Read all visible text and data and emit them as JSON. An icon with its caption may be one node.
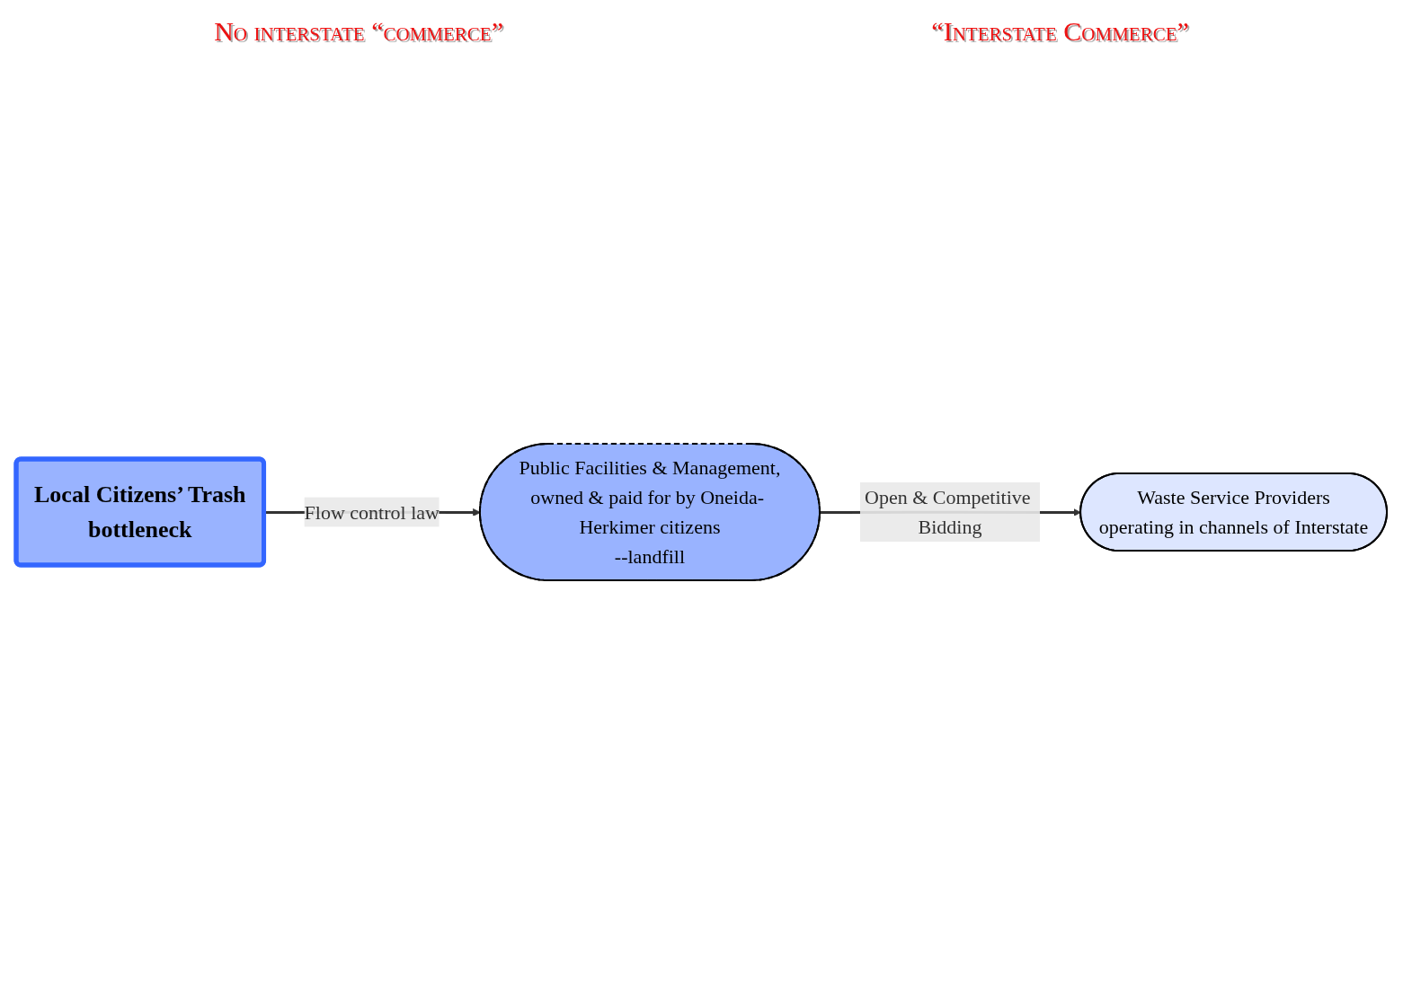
{
  "diagram": {
    "nodes": [
      {
        "text": [
          "Local Citizens’ Trash",
          "bottleneck"
        ]
      },
      {
        "text": [
          "Public Facilities & Management,",
          "owned & paid for by Oneida- Herkimer citizens",
          "--landfill"
        ]
      },
      {
        "text": [
          "Waste Service Providers",
          "operating in channels of Interstate"
        ]
      }
    ],
    "edges": [
      {
        "from": 0,
        "to": 1,
        "arrow": "to",
        "label": "Flow control law"
      },
      {
        "from": 1,
        "to": 2,
        "arrow": "to",
        "label": "Open & Competitive Bidding"
      }
    ],
    "labels": [
      "No interstate “commerce”",
      "“Interstate Commerce”"
    ]
  }
}
